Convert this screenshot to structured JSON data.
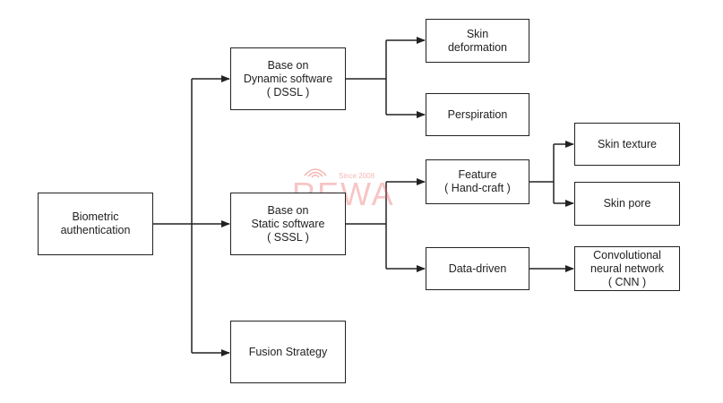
{
  "nodes": {
    "biometric": [
      "Biometric",
      "authentication"
    ],
    "dssl": [
      "Base on",
      "Dynamic software",
      "( DSSL )"
    ],
    "sssl": [
      "Base on",
      "Static software",
      "( SSSL )"
    ],
    "fusion": [
      "Fusion Strategy"
    ],
    "skin_deformation": [
      "Skin",
      "deformation"
    ],
    "perspiration": [
      "Perspiration"
    ],
    "feature": [
      "Feature",
      "( Hand-craft )"
    ],
    "data_driven": [
      "Data-driven"
    ],
    "skin_texture": [
      "Skin texture"
    ],
    "skin_pore": [
      "Skin pore"
    ],
    "cnn": [
      "Convolutional",
      "neural network",
      "( CNN )"
    ]
  },
  "watermark": {
    "brand": "REWA",
    "since": "Since 2008"
  },
  "colors": {
    "line": "#222222",
    "watermark": "#e85a5a"
  }
}
